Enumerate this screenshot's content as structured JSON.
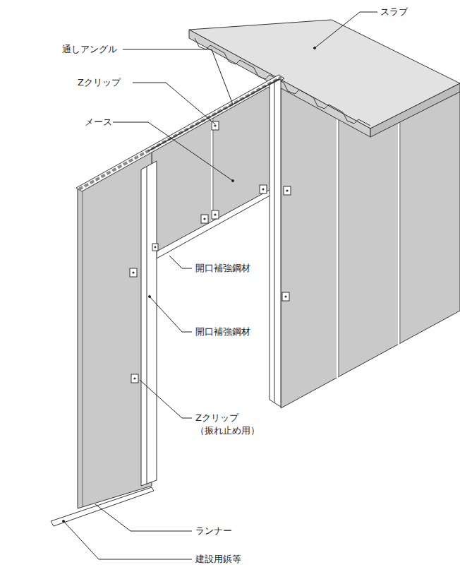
{
  "diagram": {
    "labels": [
      "スラブ",
      "通しアングル",
      "Zクリップ",
      "メース",
      "開口補強鋼材",
      "開口補強鋼材",
      "Zクリップ （振れ止め用）",
      "ランナー",
      "建設用鋲等"
    ]
  }
}
